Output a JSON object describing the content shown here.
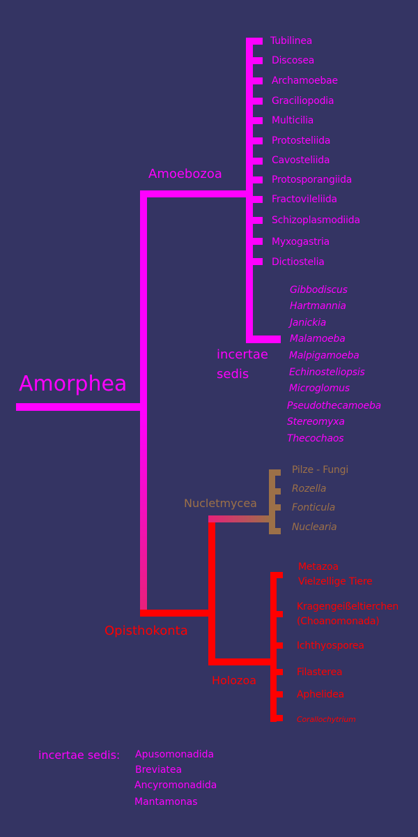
{
  "colors": {
    "background": "#343463",
    "amorphea": "#ff00ff",
    "opisthokonta": "#ff0000",
    "nucletmycea": "#9c7048",
    "trunk_gradient_end": "#e8207a"
  },
  "root": {
    "label": "Amorphea"
  },
  "amoebozoa": {
    "label": "Amoebozoa",
    "taxa": [
      "Tubilinea",
      "Discosea",
      "Archamoebae",
      "Graciliopodia",
      "Multicilia",
      "Protosteliida",
      "Cavosteliida",
      "Protosporangiida",
      "Fractovileliida",
      "Schizoplasmodiida",
      "Myxogastria",
      "Dictiostelia"
    ],
    "incertae_sedis": {
      "label_line1": "incertae",
      "label_line2": "sedis",
      "genera": [
        "Gibbodiscus",
        "Hartmannia",
        "Janickia",
        "Malamoeba",
        "Malpigamoeba",
        "Echinosteliopsis",
        "Microglomus",
        "Pseudothecamoeba",
        "Stereomyxa",
        "Thecochaos"
      ]
    }
  },
  "opisthokonta": {
    "label": "Opisthokonta",
    "nucletmycea": {
      "label": "Nucletmycea",
      "taxa": [
        "Pilze - Fungi",
        "Rozella",
        "Fonticula",
        "Nuclearia"
      ]
    },
    "holozoa": {
      "label": "Holozoa",
      "taxa": [
        {
          "line1": "Metazoa",
          "line2": "Vielzellige Tiere"
        },
        {
          "line1": "Kragengeißeltierchen",
          "line2": "(Choanomonada)"
        },
        {
          "line1": "Ichthyosporea"
        },
        {
          "line1": "Filasterea"
        },
        {
          "line1": "Aphelidea"
        },
        {
          "line1": "Corallochytrium"
        }
      ]
    }
  },
  "incertae_sedis_footer": {
    "label": "incertae sedis:",
    "taxa": [
      "Apusomonadida",
      "Breviatea",
      "Ancyromonadida",
      "Mantamonas"
    ]
  }
}
